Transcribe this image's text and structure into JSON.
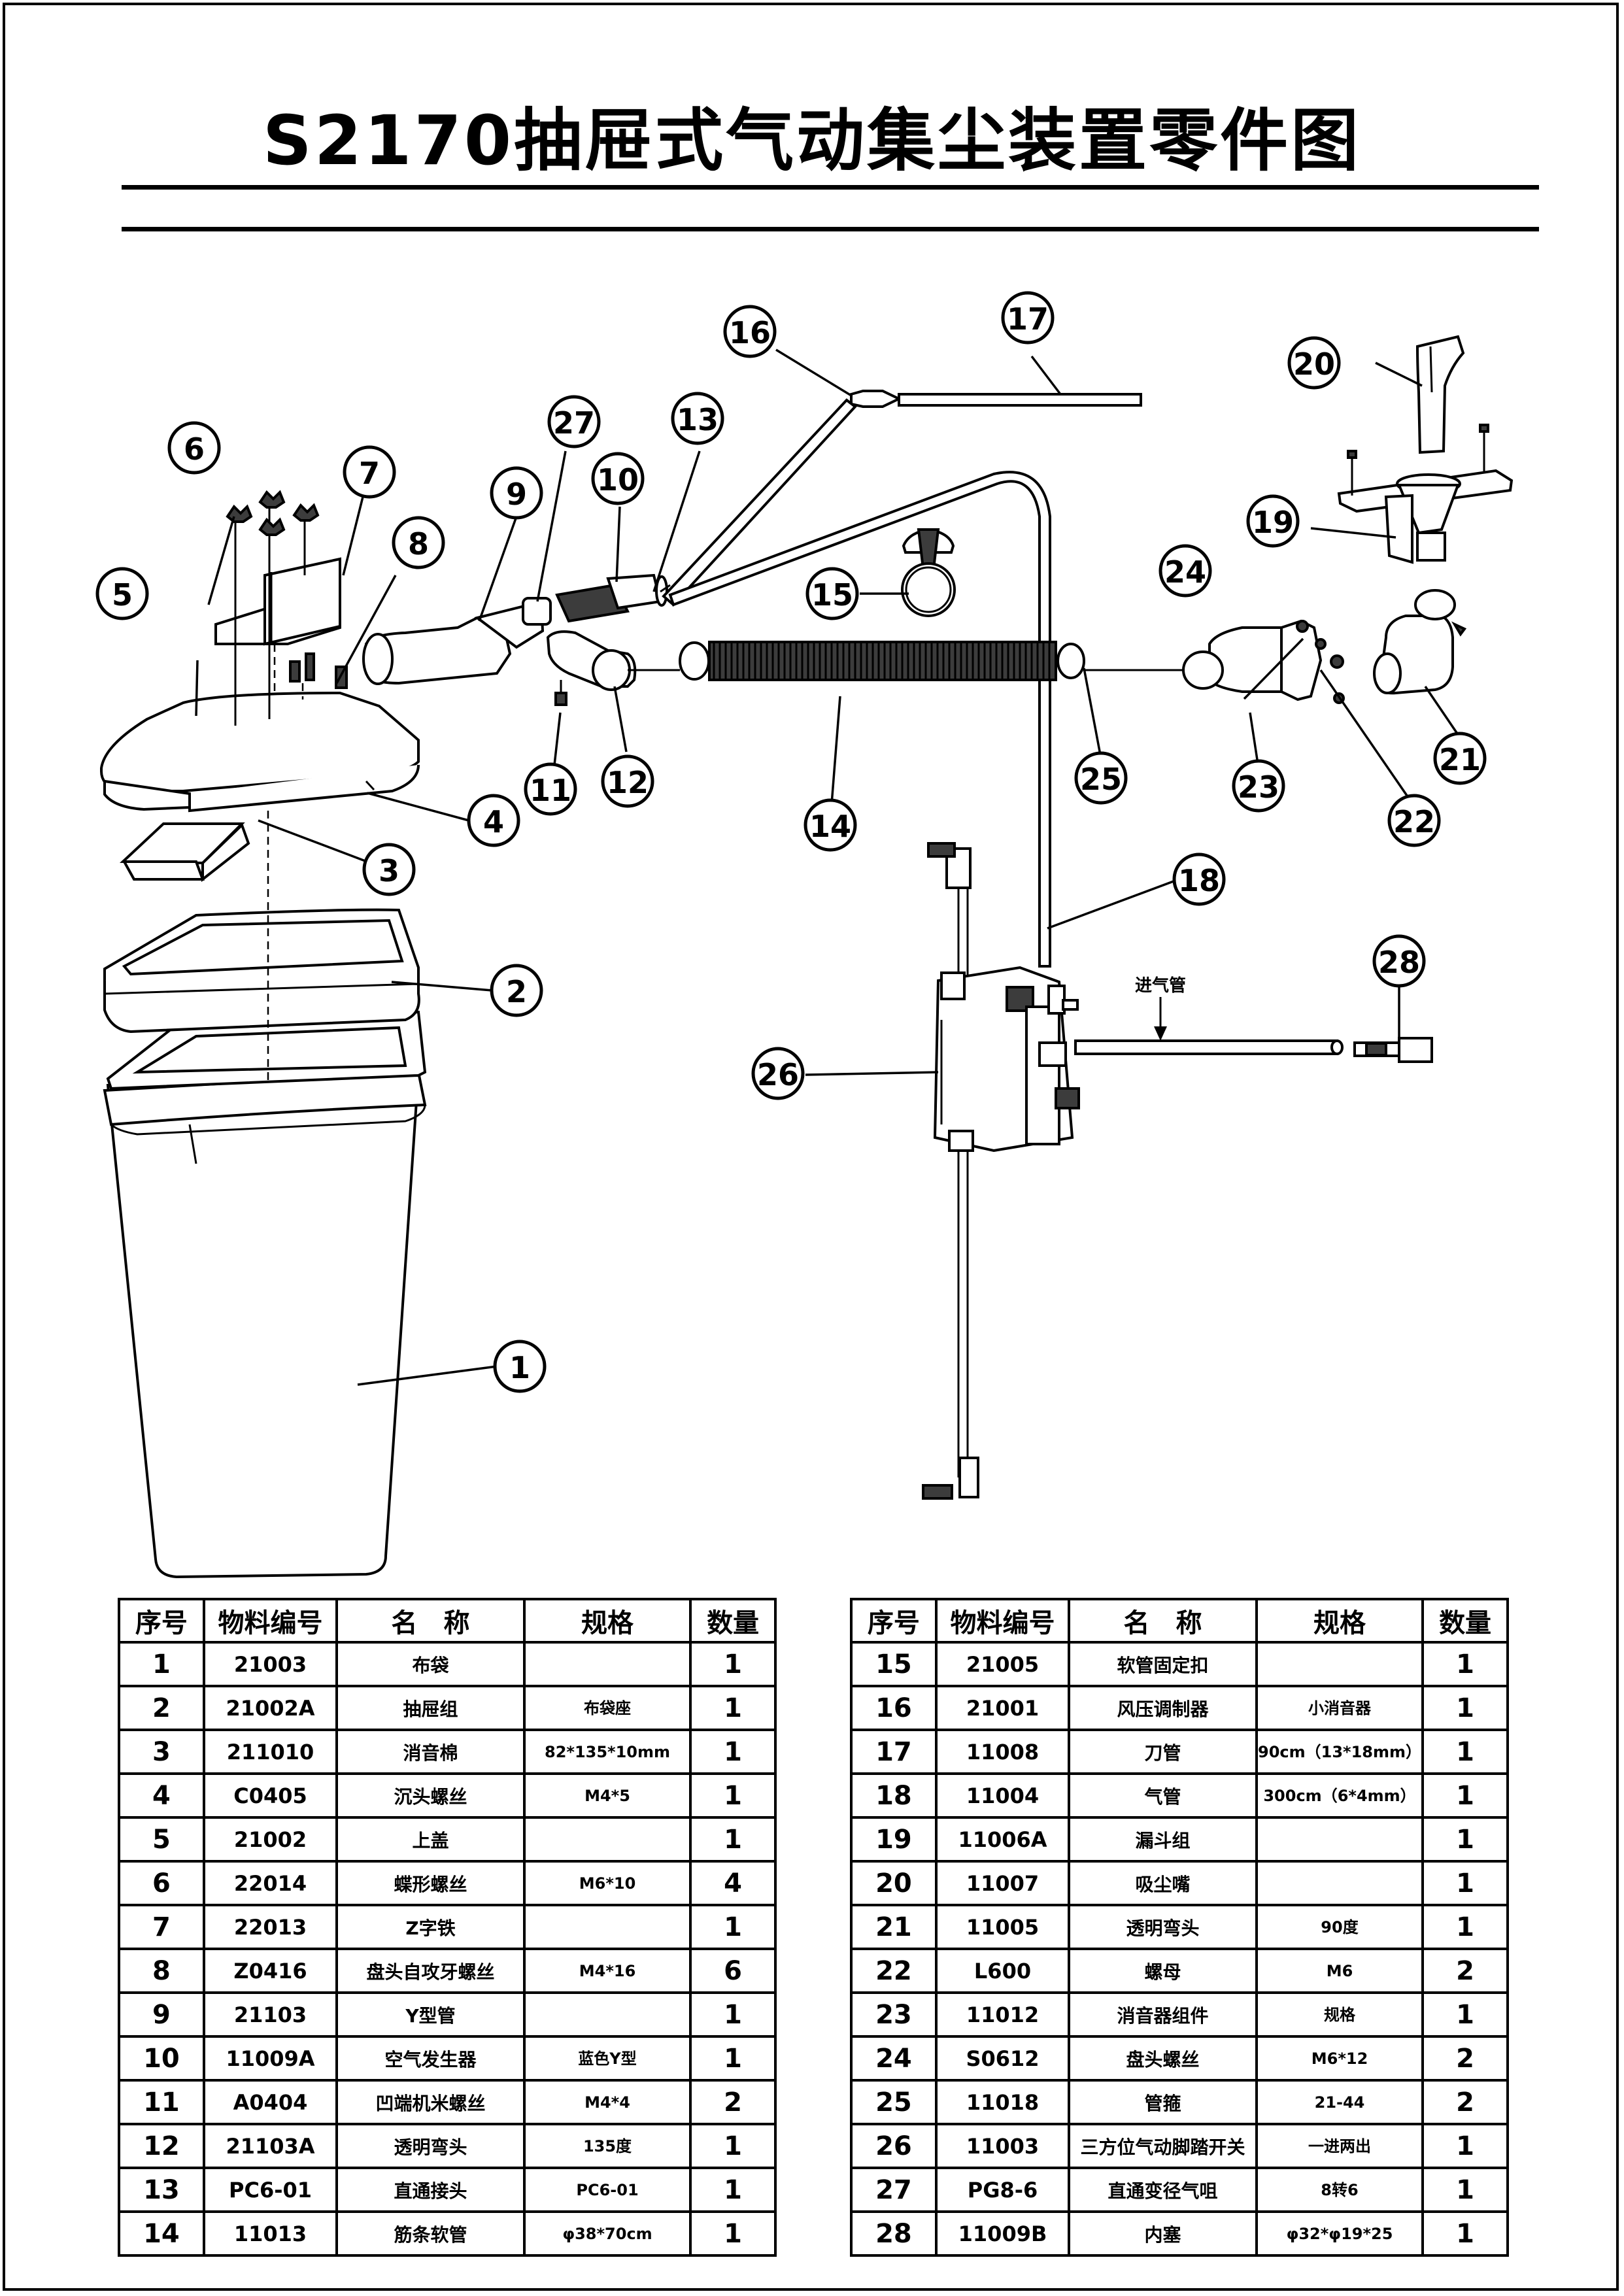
{
  "title": "S2170抽屉式气动集尘装置零件图",
  "diagram": {
    "callouts": [
      "1",
      "2",
      "3",
      "4",
      "5",
      "6",
      "7",
      "8",
      "9",
      "10",
      "11",
      "12",
      "13",
      "14",
      "15",
      "16",
      "17",
      "18",
      "19",
      "20",
      "21",
      "22",
      "23",
      "24",
      "25",
      "26",
      "27",
      "28"
    ],
    "inlet_label": "进气管"
  },
  "bom": {
    "headers": [
      "序号",
      "物料编号",
      "名　称",
      "规格",
      "数量"
    ],
    "left": [
      {
        "no": "1",
        "code": "21003",
        "name": "布袋",
        "spec": "",
        "qty": "1"
      },
      {
        "no": "2",
        "code": "21002A",
        "name": "抽屉组",
        "spec": "布袋座",
        "qty": "1"
      },
      {
        "no": "3",
        "code": "211010",
        "name": "消音棉",
        "spec": "82*135*10mm",
        "qty": "1"
      },
      {
        "no": "4",
        "code": "C0405",
        "name": "沉头螺丝",
        "spec": "M4*5",
        "qty": "1"
      },
      {
        "no": "5",
        "code": "21002",
        "name": "上盖",
        "spec": "",
        "qty": "1"
      },
      {
        "no": "6",
        "code": "22014",
        "name": "蝶形螺丝",
        "spec": "M6*10",
        "qty": "4"
      },
      {
        "no": "7",
        "code": "22013",
        "name": "Z字铁",
        "spec": "",
        "qty": "1"
      },
      {
        "no": "8",
        "code": "Z0416",
        "name": "盘头自攻牙螺丝",
        "spec": "M4*16",
        "qty": "6"
      },
      {
        "no": "9",
        "code": "21103",
        "name": "Y型管",
        "spec": "",
        "qty": "1"
      },
      {
        "no": "10",
        "code": "11009A",
        "name": "空气发生器",
        "spec": "蓝色Y型",
        "qty": "1"
      },
      {
        "no": "11",
        "code": "A0404",
        "name": "凹端机米螺丝",
        "spec": "M4*4",
        "qty": "2"
      },
      {
        "no": "12",
        "code": "21103A",
        "name": "透明弯头",
        "spec": "135度",
        "qty": "1"
      },
      {
        "no": "13",
        "code": "PC6-01",
        "name": "直通接头",
        "spec": "PC6-01",
        "qty": "1"
      },
      {
        "no": "14",
        "code": "11013",
        "name": "筋条软管",
        "spec": "φ38*70cm",
        "qty": "1"
      }
    ],
    "right": [
      {
        "no": "15",
        "code": "21005",
        "name": "软管固定扣",
        "spec": "",
        "qty": "1"
      },
      {
        "no": "16",
        "code": "21001",
        "name": "风压调制器",
        "spec": "小消音器",
        "qty": "1"
      },
      {
        "no": "17",
        "code": "11008",
        "name": "刀管",
        "spec": "90cm（13*18mm）",
        "qty": "1"
      },
      {
        "no": "18",
        "code": "11004",
        "name": "气管",
        "spec": "300cm（6*4mm）",
        "qty": "1"
      },
      {
        "no": "19",
        "code": "11006A",
        "name": "漏斗组",
        "spec": "",
        "qty": "1"
      },
      {
        "no": "20",
        "code": "11007",
        "name": "吸尘嘴",
        "spec": "",
        "qty": "1"
      },
      {
        "no": "21",
        "code": "11005",
        "name": "透明弯头",
        "spec": "90度",
        "qty": "1"
      },
      {
        "no": "22",
        "code": "L600",
        "name": "螺母",
        "spec": "M6",
        "qty": "2"
      },
      {
        "no": "23",
        "code": "11012",
        "name": "消音器组件",
        "spec": "规格",
        "qty": "1"
      },
      {
        "no": "24",
        "code": "S0612",
        "name": "盘头螺丝",
        "spec": "M6*12",
        "qty": "2"
      },
      {
        "no": "25",
        "code": "11018",
        "name": "管箍",
        "spec": "21-44",
        "qty": "2"
      },
      {
        "no": "26",
        "code": "11003",
        "name": "三方位气动脚踏开关",
        "spec": "一进两出",
        "qty": "1"
      },
      {
        "no": "27",
        "code": "PG8-6",
        "name": "直通变径气咀",
        "spec": "8转6",
        "qty": "1"
      },
      {
        "no": "28",
        "code": "11009B",
        "name": "内塞",
        "spec": "φ32*φ19*25",
        "qty": "1"
      }
    ]
  }
}
